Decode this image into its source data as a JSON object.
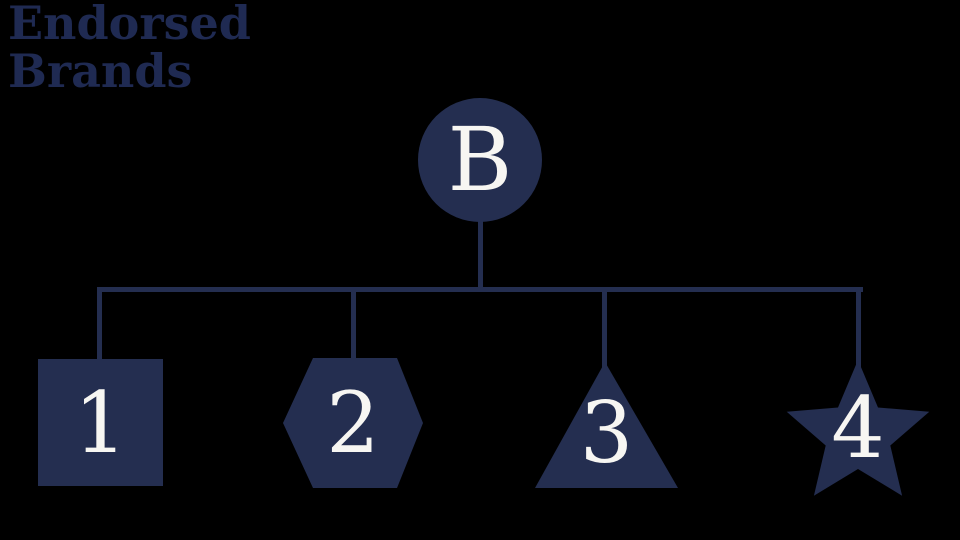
{
  "title": {
    "line1": "Endorsed",
    "line2": "Brands"
  },
  "diagram": {
    "type": "brand-architecture-tree",
    "root": {
      "label": "B",
      "shape": "circle"
    },
    "children": [
      {
        "label": "1",
        "shape": "square"
      },
      {
        "label": "2",
        "shape": "hexagon"
      },
      {
        "label": "3",
        "shape": "triangle"
      },
      {
        "label": "4",
        "shape": "star"
      }
    ]
  },
  "colors": {
    "background": "#000000",
    "shape_fill": "#242e50",
    "line": "#242e50",
    "title_text": "#1f2a52",
    "label_text": "#f7f6f2"
  }
}
